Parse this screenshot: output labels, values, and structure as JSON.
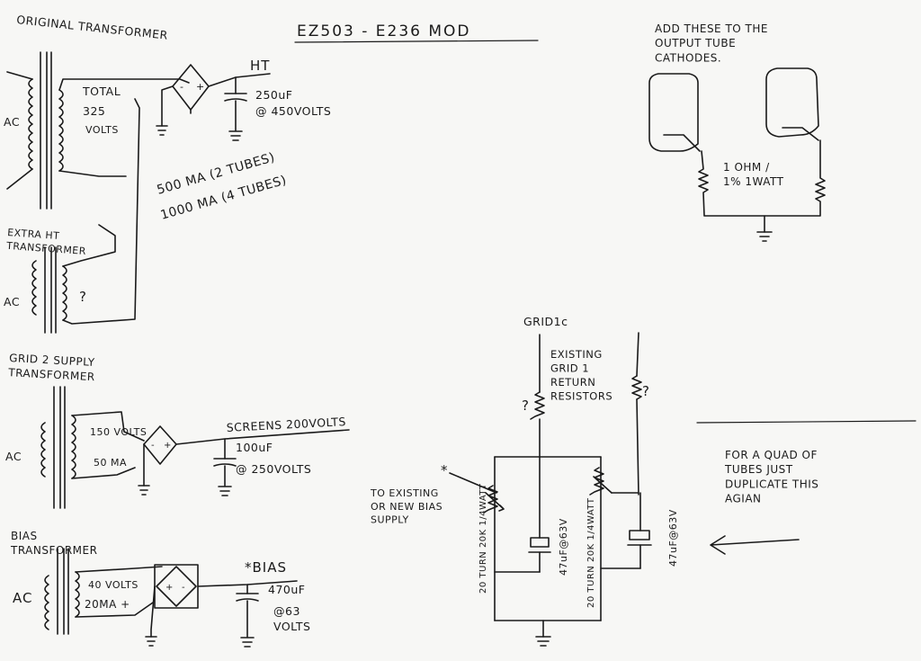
{
  "title": "EZ503 - E236 MOD",
  "labels": {
    "original_transformer": "ORIGINAL TRANSFORMER",
    "ac": "AC",
    "total": "TOTAL",
    "total_volts_value": "325",
    "volts": "VOLTS",
    "ht": "HT",
    "cap_main_value": "250uF",
    "cap_main_rating": "@ 450VOLTS",
    "current_2tubes": "500 MA (2 TUBES)",
    "current_4tubes": "1000 MA (4 TUBES)",
    "extra_ht_transformer": "EXTRA HT TRANSFORMER",
    "question": "?",
    "grid2_supply_transformer": "GRID 2 SUPPLY TRANSFORMER",
    "grid2_volts": "150 VOLTS",
    "grid2_current": "50 MA",
    "screens": "SCREENS 200VOLTS",
    "cap_screen_value": "100uF",
    "cap_screen_rating": "@ 250VOLTS",
    "bias_transformer": "BIAS TRANSFORMER",
    "bias_volts": "40 VOLTS",
    "bias_current": "20MA +",
    "bias_label": "*BIAS",
    "cap_bias_value": "470uF",
    "cap_bias_rating": "@63 VOLTS",
    "cathode_note": "ADD THESE TO THE OUTPUT TUBE CATHODES.",
    "cathode_resistor": "1 OHM / 1% 1WATT",
    "grid1c": "GRID1c",
    "existing_grid": "EXISTING GRID 1 RETURN RESISTORS",
    "to_existing": "TO EXISTING OR NEW BIAS SUPPLY",
    "asterisk": "*",
    "pot_label_vertical": "20 TURN 20K 1/4WATT",
    "cap_coupling": "47uF@63V",
    "quad_note": "FOR A QUAD OF TUBES JUST DUPLICATE THIS AGIAN"
  }
}
